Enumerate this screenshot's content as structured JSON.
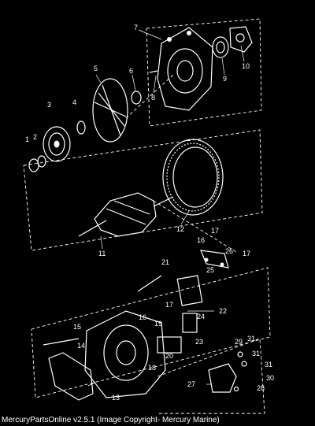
{
  "footer": {
    "text": "MercuryPartsOnline v2.5.1 (Image Copyright- Mercury Marine)"
  },
  "callouts": [
    "1",
    "2",
    "3",
    "4",
    "5",
    "6",
    "7",
    "8",
    "9",
    "10",
    "11",
    "12",
    "13",
    "14",
    "15",
    "16",
    "16",
    "17",
    "17",
    "17",
    "18",
    "19",
    "20",
    "21",
    "22",
    "23",
    "24",
    "25",
    "26",
    "27",
    "28",
    "29",
    "30",
    "31",
    "31",
    "31"
  ]
}
